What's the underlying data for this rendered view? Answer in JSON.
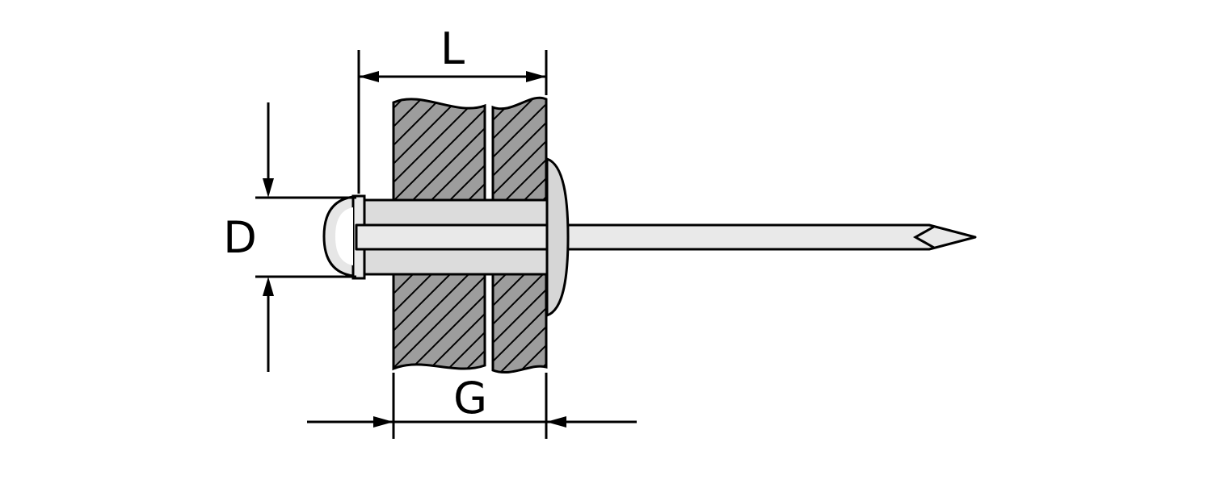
{
  "diagram": {
    "labels": {
      "body_length": "L",
      "body_diameter": "D",
      "grip_range": "G"
    }
  },
  "colors": {
    "background": "#ffffff",
    "line": "#000000",
    "plate_fill": "#9d9d9d",
    "rivet_body_fill": "#dcdcdc",
    "rivet_stem_fill": "#e9e9e9",
    "bulge_fill": "#d6d6d6",
    "dome_fill": "#e6e6e6",
    "highlight": "#ffffff"
  }
}
